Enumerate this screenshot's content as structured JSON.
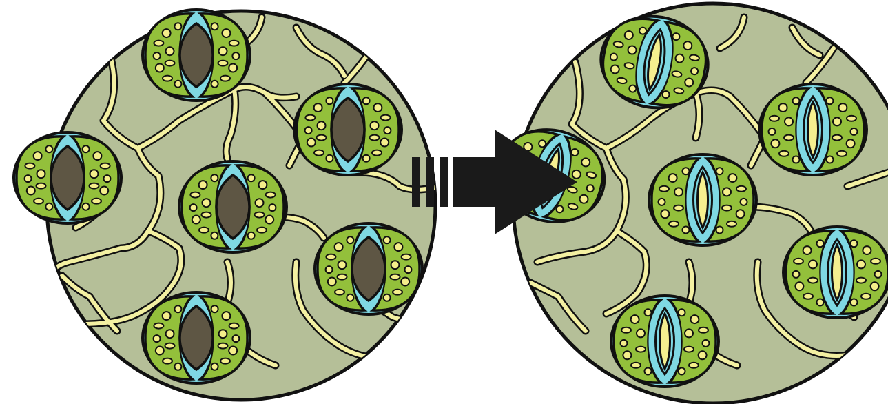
{
  "diagram": {
    "description_free": true,
    "panels": [
      {
        "id": "before",
        "state": "closed",
        "stomata": 6
      },
      {
        "id": "after",
        "state": "open",
        "stomata": 6
      }
    ],
    "arrow": "right"
  },
  "colors": {
    "tissue": "#b5bf98",
    "vein": "#f3f0a2",
    "guard_cell": "#93c03b",
    "guard_cell_light": "#a9cd4a",
    "rim": "#7fd8e3",
    "pore_closed": "#5e5644",
    "pore_open": "#f5ef8f",
    "chloroplast": "#f4ee8a",
    "outline": "#111111"
  }
}
